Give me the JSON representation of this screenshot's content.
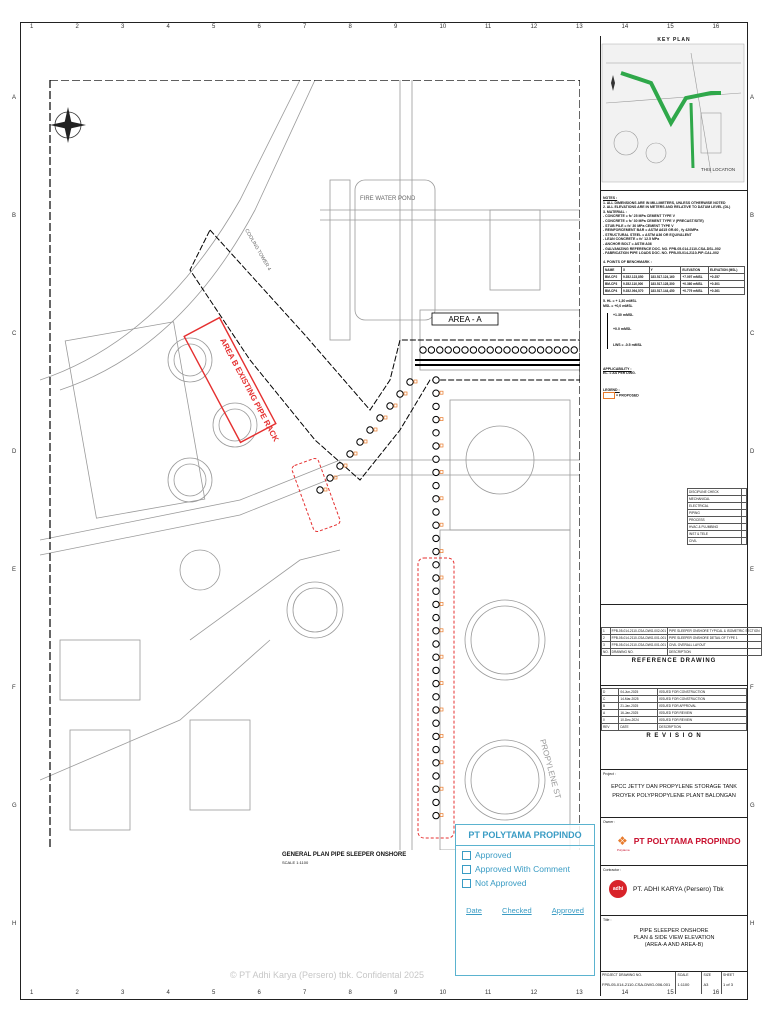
{
  "ruler": {
    "numbers": [
      "1",
      "2",
      "3",
      "4",
      "5",
      "6",
      "7",
      "8",
      "9",
      "10",
      "11",
      "12",
      "13",
      "14",
      "15",
      "16"
    ],
    "letters": [
      "A",
      "B",
      "C",
      "D",
      "E",
      "F",
      "G",
      "H"
    ]
  },
  "key_plan": {
    "title": "KEY PLAN",
    "location_label": "THIS LOCATION"
  },
  "notes": {
    "heading": "NOTES :",
    "lines": [
      "1. ALL DIMENSIONS ARE IN MILLIMETERS, UNLESS OTHERWISE NOTED",
      "2. ALL ELEVATIONS ARE IN METERS AND RELATIVE TO DATUM LEVEL (DL)",
      "3. MATERIAL :",
      "- CONCRETE = fc' 25 MPa CEMENT TYPE V",
      "- CONCRETE = fc' 30 MPa CEMENT TYPE V (PRECAST/SITE)",
      "- STUB PILE = fc' 30 MPa CEMENT TYPE V",
      "- REINFORCEMENT BAR = ASTM A615 GR.60 , fy 420MPa",
      "- STRUCTURAL STEEL = ASTM A36 OR EQUIVALENT",
      "- LEAN CONCRETE = fc' 12.5 MPa",
      "- ANCHOR BOLT = ASTM A36",
      "- GALVANIZING REFERENCE DOC. NO. FPB-05-014-2110-CSA-DSL-002",
      "- FABRICATION PIPE LOADS DOC. NO. FPB-05-014-2110-PIP-CAL-002"
    ],
    "points_heading": "4. POINTS OF BENCHMARK :",
    "bm_headers": [
      "NAME",
      "X",
      "Y",
      "ELEVATION",
      "ELEVATION (MSL)"
    ],
    "bm_rows": [
      [
        "BM-CP2",
        "9.352.123,850",
        "183.517.124,160",
        "+7.097 mMSL",
        "+0.257"
      ],
      [
        "BM-CP3",
        "9.352.110,000",
        "183.517.128,300",
        "+0.360 mMSL",
        "+0.301"
      ],
      [
        "BM-CP4",
        "9.352.094,570",
        "183.517.144,450",
        "+0.779 mMSL",
        "+0.261"
      ]
    ],
    "levels": [
      "5. HL = + 1,30 mMSL",
      "MSL = +0,0 mMSL"
    ],
    "level_marks": [
      "+1.30 mMSL",
      "+0.0 mMSL",
      "LWS = -0.5 mMSL"
    ],
    "applicability_heading": "APPLICABILITY :",
    "applicability": "EL. = AS PER DWG.",
    "legend_heading": "LEGEND :",
    "legend_item": "= PROPOSED"
  },
  "discipline_check": {
    "title": "DISCIPLINE CHECK",
    "items": [
      "MECHANICAL",
      "ELECTRICAL",
      "PIPING",
      "PROCESS",
      "HVAC & PLUMBING",
      "INST & TELE",
      "CIVIL"
    ]
  },
  "reference_drawing": {
    "title": "REFERENCE DRAWING",
    "rows": [
      [
        "1",
        "FPB-05-014-2110-CSA-DWG-002-001",
        "PIPE SLEEPER ONSHORE TYPICAL & ISOMETRIC SECTION"
      ],
      [
        "2",
        "FPB-05-014-2110-CSA-DWG-001-001",
        "PIPE SLEEPER ONSHORE DETAIL OF TYPE 1"
      ],
      [
        "3",
        "FPB-05-014-2110-CSA-DWG-001-001",
        "CIVIL OVERALL LAYOUT"
      ],
      [
        "NO.",
        "DRAWING NO.",
        "DESCRIPTION"
      ]
    ]
  },
  "revision": {
    "title": "R E V I S I O N",
    "rows": [
      [
        "D",
        "04-Jun-2025",
        "ISSUED FOR CONSTRUCTION"
      ],
      [
        "C",
        "14-Mar-2025",
        "ISSUED FOR CONSTRUCTION"
      ],
      [
        "B",
        "21-Jan-2025",
        "ISSUED FOR APPROVAL"
      ],
      [
        "A",
        "16-Jan-2025",
        "ISSUED FOR REVIEW"
      ],
      [
        "0",
        "10-Dec-2024",
        "ISSUED FOR REVIEW"
      ],
      [
        "REV",
        "DATE",
        "DESCRIPTION"
      ]
    ]
  },
  "project": {
    "label": "Project :",
    "line1": "EPCC JETTY DAN PROPYLENE STORAGE TANK",
    "line2": "PROYEK POLYPROPYLENE PLANT BALONGAN"
  },
  "owner": {
    "label": "Owner :",
    "name": "PT POLYTAMA PROPINDO",
    "sub": "Polytama"
  },
  "contractor": {
    "label": "Contractor :",
    "name": "PT. ADHI KARYA (Persero) Tbk",
    "logo_text": "adhi"
  },
  "title_block": {
    "label": "Title :",
    "line1": "PIPE SLEEPER ONSHORE",
    "line2": "PLAN & SIDE VIEW ELEVATION",
    "line3": "(AREA-A AND AREA-B)"
  },
  "drawing_info": {
    "no_label": "PROJECT DRAWING NO.",
    "no": "FPB-05-014-2110-CSA-DWG-006-001",
    "scale_label": "SCALE",
    "scale": "1:1100",
    "size_label": "SIZE",
    "size": "A3",
    "sheet_label": "SHEET",
    "sheet": "1 of 3"
  },
  "plan": {
    "area_a": "AREA - A",
    "area_b": "AREA B EXISTING PIPE RACK",
    "fire_water_pond": "FIRE WATER POND",
    "cooling_tower": "COOLING TOWER 4",
    "propylene": "PROPYLENE ST",
    "title": "GENERAL PLAN PIPE SLEEPER ONSHORE",
    "scale": "SCALE 1:1100"
  },
  "stamp": {
    "title": "PT POLYTAMA PROPINDO",
    "options": [
      "Approved",
      "Approved With Comment",
      "Not Approved"
    ],
    "cols": [
      "Date",
      "Checked",
      "Approved"
    ]
  },
  "watermark": "© PT Adhi Karya (Persero) tbk. Confidental 2025",
  "colors": {
    "red": "#e53030",
    "blue_stamp": "#3a9cc4",
    "green": "#2fa84a",
    "orange": "#e87b2c",
    "owner_red": "#c8102e"
  }
}
